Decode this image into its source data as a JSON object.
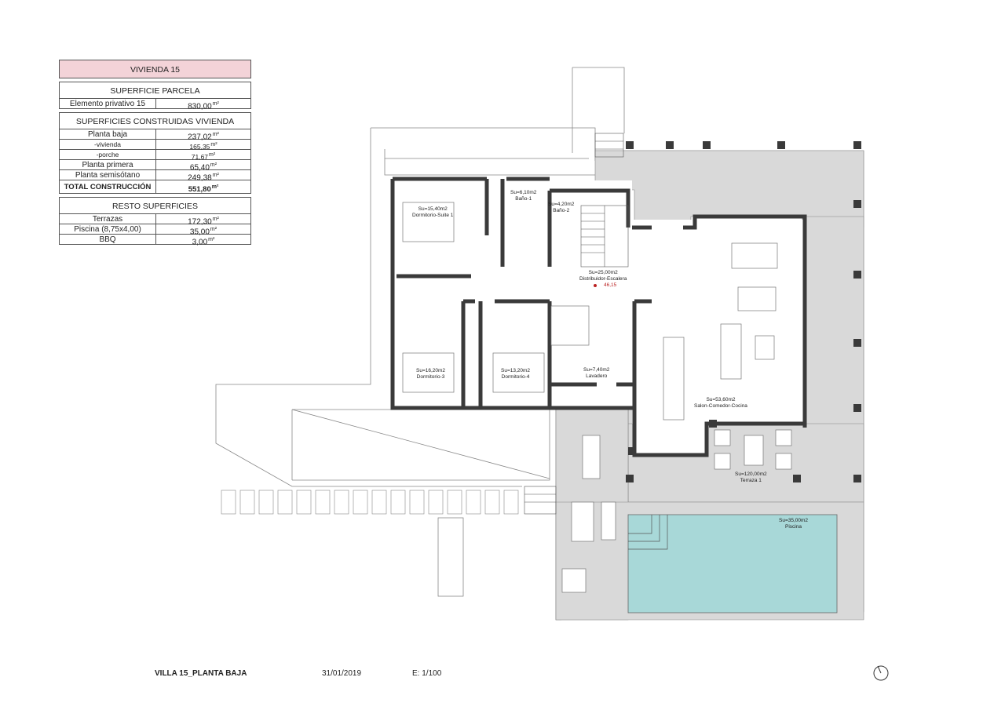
{
  "table": {
    "title": "VIVIENDA 15",
    "parcela": {
      "header": "SUPERFICIE PARCELA",
      "rows": [
        {
          "label": "Elemento privativo 15",
          "value": "830,00",
          "unit": "m²"
        }
      ]
    },
    "construidas": {
      "header": "SUPERFICIES CONSTRUIDAS VIVIENDA",
      "rows": [
        {
          "label": "Planta baja",
          "value": "237,02",
          "unit": "m²"
        },
        {
          "label": "-vivienda",
          "value": "165,35",
          "unit": "m²"
        },
        {
          "label": "-porche",
          "value": "71,67",
          "unit": "m²"
        },
        {
          "label": "Planta primera",
          "value": "65,40",
          "unit": "m²"
        },
        {
          "label": "Planta semisótano",
          "value": "249,38",
          "unit": "m²"
        }
      ],
      "total": {
        "label": "TOTAL CONSTRUCCIÓN",
        "value": "551,80",
        "unit": "m²"
      }
    },
    "resto": {
      "header": "RESTO SUPERFICIES",
      "rows": [
        {
          "label": "Terrazas",
          "value": "172,30",
          "unit": "m²"
        },
        {
          "label": "Piscina (8,75x4,00)",
          "value": "35,00",
          "unit": "m²"
        },
        {
          "label": "BBQ",
          "value": "3,00",
          "unit": "m²"
        }
      ]
    }
  },
  "rooms": {
    "suite": {
      "area": "Su=15,40m2",
      "name": "Dormitorio-Suite 1"
    },
    "bano1": {
      "area": "Su=6,10m2",
      "name": "Baño-1"
    },
    "bano2": {
      "area": "Su=4,20m2",
      "name": "Baño-2"
    },
    "distribuidor": {
      "area": "Su=25,00m2",
      "name": "Distribuidor-Escalera",
      "level": "46,15"
    },
    "dorm3": {
      "area": "Su=16,20m2",
      "name": "Dormitorio-3"
    },
    "dorm4": {
      "area": "Su=13,20m2",
      "name": "Dormitorio-4"
    },
    "lavadero": {
      "area": "Su=7,40m2",
      "name": "Lavadero"
    },
    "salon": {
      "area": "Su=53,60m2",
      "name": "Salon-Comedor-Cocina"
    },
    "terraza": {
      "area": "Su=120,00m2",
      "name": "Terraza 1"
    },
    "piscina": {
      "area": "Su=35,00m2",
      "name": "Piscina"
    }
  },
  "footer": {
    "title": "VILLA 15_PLANTA BAJA",
    "date": "31/01/2019",
    "scale": "E: 1/100"
  },
  "colors": {
    "title_bg": "#f3d3d8",
    "terrace": "#d9d9d9",
    "pool": "#a8d8d8",
    "wall": "#3a3a3a"
  },
  "icons": {
    "north": "north-arrow-icon"
  }
}
